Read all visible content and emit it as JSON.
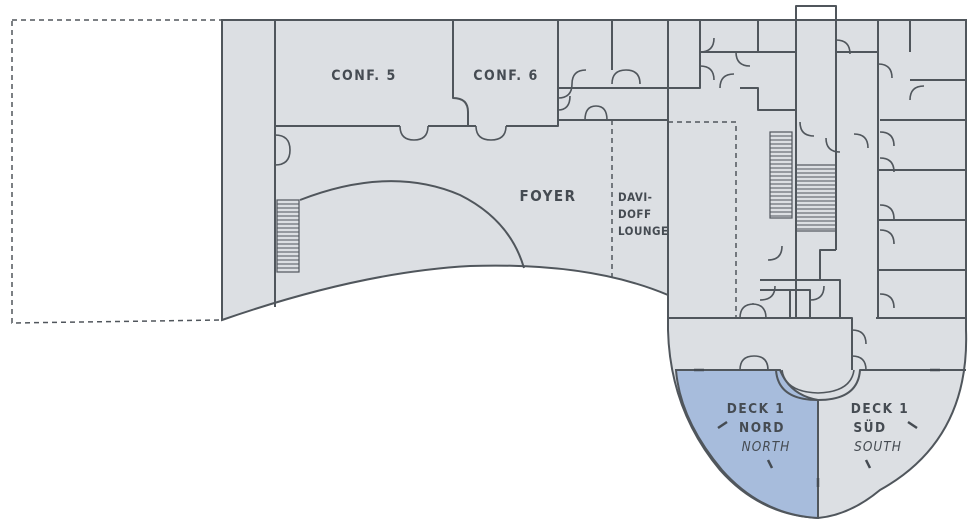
{
  "rooms": {
    "conf5": "CONF. 5",
    "conf6": "CONF. 6",
    "foyer": "FOYER",
    "lounge": [
      "DAVI-",
      "DOFF",
      "LOUNGE"
    ],
    "deck_nord": [
      "DECK 1",
      "NORD",
      "NORTH"
    ],
    "deck_sued": [
      "DECK 1",
      "SÜD",
      "SOUTH"
    ]
  },
  "colors": {
    "floor": "#dcdfe3",
    "outdoor": "#eceef0",
    "highlight": "#a7bcdc",
    "walls": "#50565c"
  }
}
